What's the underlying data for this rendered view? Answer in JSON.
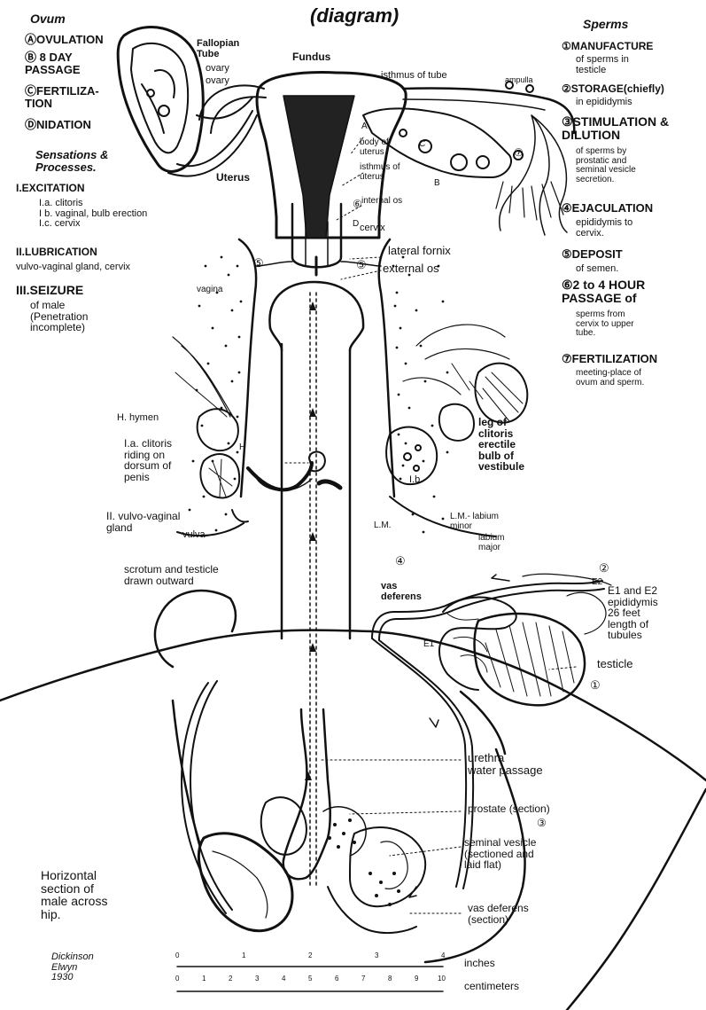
{
  "title": "(diagram)",
  "ovum": {
    "heading": "Ovum",
    "items": [
      "ⒶOVULATION",
      "Ⓑ 8 DAY\nPASSAGE",
      "ⒸFERTILIZA-\nTION",
      "ⒹNIDATION"
    ]
  },
  "sensations": {
    "heading": "Sensations &\nProcesses.",
    "excitation_title": "I.EXCITATION",
    "excitation_items": "I.a. clitoris\nI b. vaginal, bulb erection\nI.c. cervix",
    "lubrication_title": "II.LUBRICATION",
    "lubrication_text": "vulvo-vaginal gland, cervix",
    "seizure_title": "III.SEIZURE",
    "seizure_text": "of male\n(Penetration\nincomplete)"
  },
  "sperms": {
    "heading": "Sperms",
    "items": [
      {
        "title": "①MANUFACTURE",
        "text": "of sperms in\ntesticle"
      },
      {
        "title": "②STORAGE(chiefly)",
        "text": "in epididymis"
      },
      {
        "title": "③STIMULATION &\nDILUTION",
        "text": "of sperms by\nprostatic and\nseminal vesicle\nsecretion."
      },
      {
        "title": "④EJACULATION",
        "text": "epididymis to\ncervix."
      },
      {
        "title": "⑤DEPOSIT",
        "text": "of semen."
      },
      {
        "title": "⑥2 to 4 HOUR\nPASSAGE of",
        "text": "sperms from\ncervix to upper\ntube."
      },
      {
        "title": "⑦FERTILIZATION",
        "text": "meeting-place of\novum and sperm."
      }
    ]
  },
  "labels": {
    "fallopian_tube": "Fallopian\nTube",
    "ovary_1": "ovary",
    "ovary_2": "ovary",
    "fundus": "Fundus",
    "isthmus_tube": "isthmus of tube",
    "ampulla": "ampulla",
    "uterus": "Uterus",
    "body_uterus": "body of\nuterus",
    "isthmus_uterus": "isthmus of\nuterus",
    "internal_os": "internal os",
    "cervix": "cervix",
    "lateral_fornix": "lateral fornix",
    "external_os": "external os",
    "vagina": "vagina",
    "hymen": "H. hymen",
    "clitoris": "I.a. clitoris\nriding on\ndorsum of\npenis",
    "vulvo_vaginal": "II. vulvo-vaginal\ngland",
    "vulva": "vulva",
    "h_mark": "H",
    "lm_mark": "L.M.",
    "ib_mark": "I.b",
    "leg_clitoris": "leg of\nclitoris\nerectile\nbulb of\nvestibule",
    "lm_labium": "L.M.- labium\nminor",
    "labium_major": "labium\nmajor",
    "circle4": "④",
    "circle2": "②",
    "circle1": "①",
    "circle3": "③",
    "circle5a": "⑤",
    "circle5b": "⑤",
    "circle6": "⑥",
    "circle7": "⑦",
    "scrotum": "scrotum and testicle\ndrawn outward",
    "vas_deferens": "vas\ndeferens",
    "e2": "E2",
    "e1": "E1",
    "epididymis": "E1 and E2\nepididymis\n26 feet\nlength of\ntubules",
    "testicle": "testicle",
    "urethra": "urethra\nwater passage",
    "prostate": "prostate (section)",
    "seminal": "seminal vesicle\n(sectioned and\nlaid flat)",
    "vas_section": "vas deferens\n(section)",
    "horizontal": "Horizontal\nsection of\nmale across\nhip.",
    "signature": "Dickinson\nElwyn\n1930",
    "inches": "inches",
    "centimeters": "centimeters",
    "inch_ticks": [
      "0",
      "1",
      "2",
      "3",
      "4"
    ],
    "cm_ticks": [
      "0",
      "1",
      "2",
      "3",
      "4",
      "5",
      "6",
      "7",
      "8",
      "9",
      "10"
    ],
    "small_a": "A",
    "small_b": "B",
    "small_c": "C",
    "small_d": "D"
  }
}
